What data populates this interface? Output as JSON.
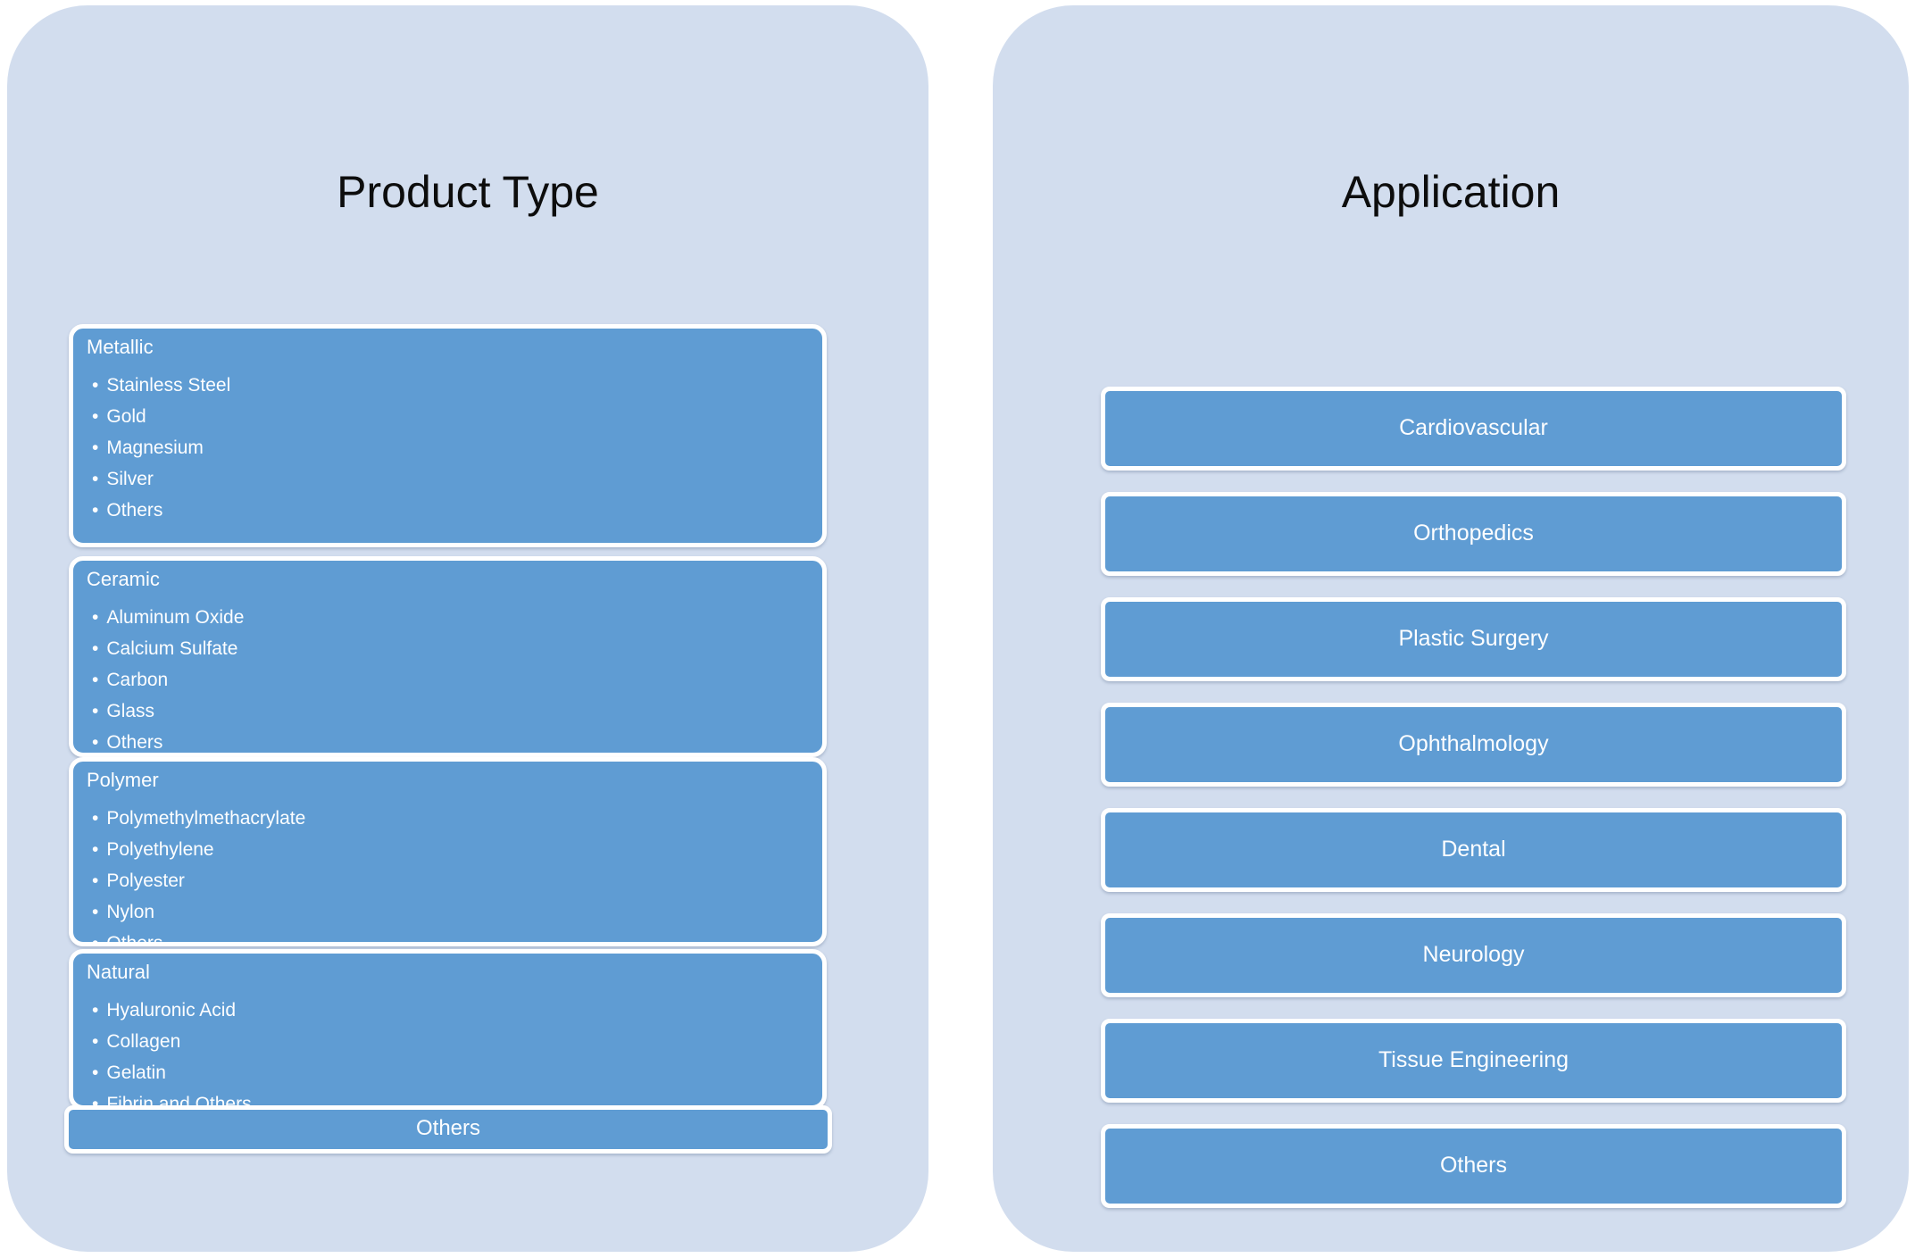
{
  "ui": {
    "bullet_char": "•"
  },
  "colors": {
    "page_bg": "#ffffff",
    "panel_bg": "#d2ddee",
    "shape_blue": "#5f9cd3",
    "shape_border": "#ffffff",
    "title_text": "#0d0d0d",
    "shape_text": "#fdfeff"
  },
  "product_type": {
    "title": "Product Type",
    "groups": [
      {
        "name": "Metallic",
        "items": [
          "Stainless Steel",
          "Gold",
          "Magnesium",
          "Silver",
          "Others"
        ]
      },
      {
        "name": "Ceramic",
        "items": [
          "Aluminum Oxide",
          "Calcium Sulfate",
          "Carbon",
          "Glass",
          "Others"
        ]
      },
      {
        "name": "Polymer",
        "items": [
          "Polymethylmethacrylate",
          "Polyethylene",
          "Polyester",
          "Nylon",
          "Others"
        ]
      },
      {
        "name": "Natural",
        "items": [
          "Hyaluronic Acid",
          "Collagen",
          "Gelatin",
          "Fibrin and Others"
        ]
      }
    ],
    "footer_label": "Others"
  },
  "application": {
    "title": "Application",
    "items": [
      "Cardiovascular",
      "Orthopedics",
      "Plastic Surgery",
      "Ophthalmology",
      "Dental",
      "Neurology",
      "Tissue Engineering",
      "Others"
    ]
  }
}
